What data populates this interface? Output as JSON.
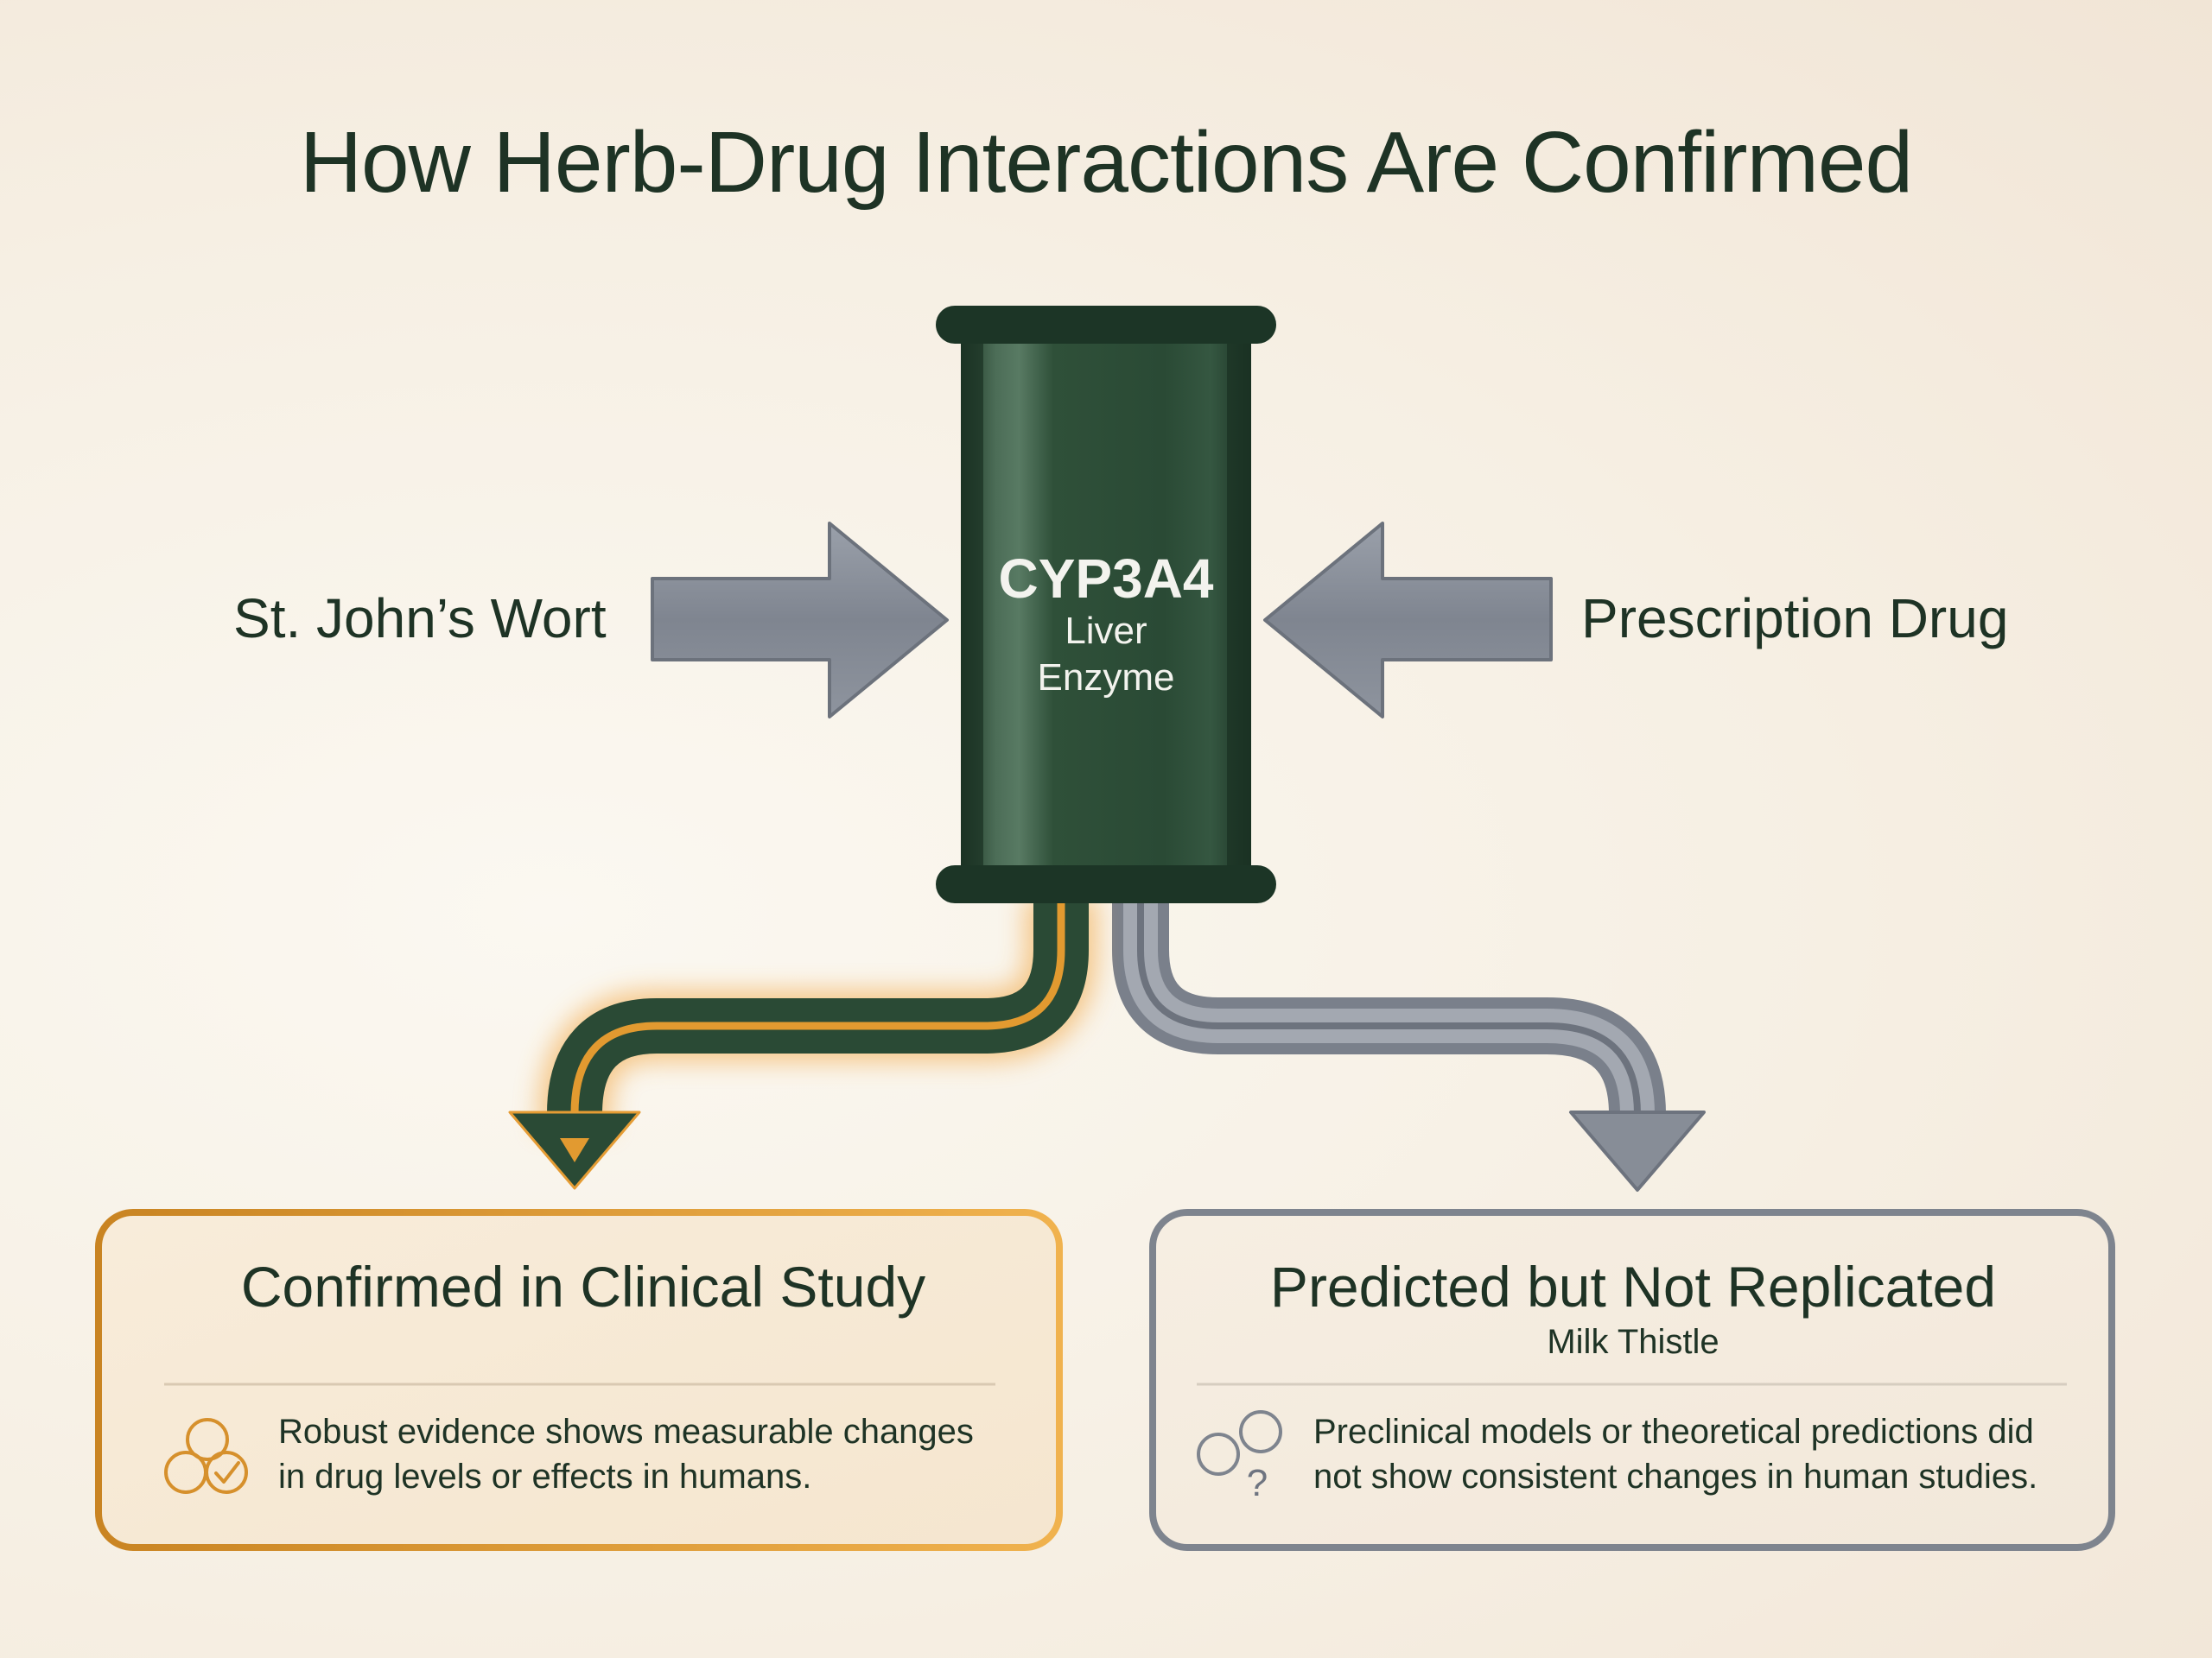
{
  "title": "How Herb-Drug Interactions Are Confirmed",
  "inputs": {
    "left": "St. John’s Wort",
    "right": "Prescription Drug"
  },
  "enzyme": {
    "name": "CYP3A4",
    "line1": "Liver",
    "line2": "Enzyme"
  },
  "outcomes": {
    "confirmed": {
      "title": "Confirmed in Clinical Study",
      "line1": "Robust evidence shows measurable changes",
      "line2": "in drug levels or effects in humans."
    },
    "not_replicated": {
      "title": "Predicted but Not Replicated",
      "subtitle": "Milk Thistle",
      "line1": "Preclinical models or theoretical predictions did",
      "line2": "not show consistent changes in human studies."
    }
  },
  "colors": {
    "enzyme_green": "#2a4a36",
    "confirmed_accent": "#d9952e",
    "not_replicated_gray": "#7a808c"
  },
  "icons": {
    "confirmed": "three-circles-check-icon",
    "not_replicated": "circles-question-icon"
  }
}
